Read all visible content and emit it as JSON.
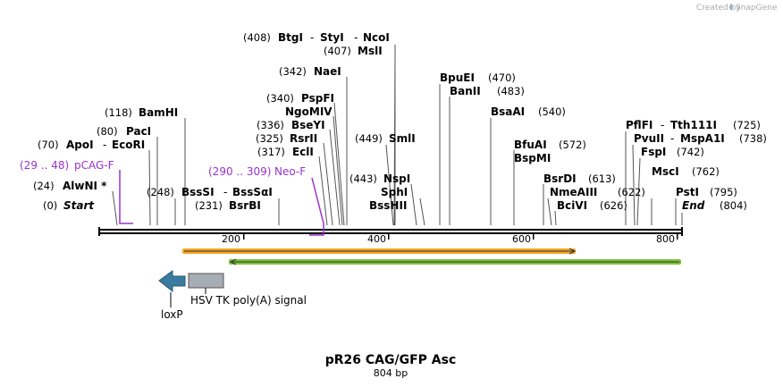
{
  "header": {
    "created_by": "Created by",
    "brand": "SnapGene"
  },
  "map": {
    "name": "pR26 CAG/GFP Asc",
    "length_label": "804 bp",
    "ticks": [
      "200",
      "400",
      "600",
      "800"
    ],
    "site_labels": [
      {
        "pos": "(408)",
        "enz": "BtgI",
        "dash1": "-",
        "enz2": "StyI",
        "dash2": "-",
        "enz3": "NcoI"
      },
      {
        "pos": "(407)",
        "enz": "MslI"
      },
      {
        "pos": "(342)",
        "enz": "NaeI"
      },
      {
        "pos": "(340)",
        "enz": "PspFI"
      },
      {
        "enz": "NgoMIV"
      },
      {
        "pos": "(336)",
        "enz": "BseYI"
      },
      {
        "pos": "(325)",
        "enz": "RsrII"
      },
      {
        "pos": "(317)",
        "enz": "EclI"
      },
      {
        "pos": "(118)",
        "enz": "BamHI"
      },
      {
        "pos": "(80)",
        "enz": "PacI"
      },
      {
        "pos": "(70)",
        "enz": "ApoI",
        "dash": "-",
        "enz2": "EcoRI"
      },
      {
        "pos": "(24)",
        "enz": "AlwNI *"
      },
      {
        "pos": "(0)",
        "enz": "Start"
      },
      {
        "pos": "(248)",
        "enz": "BssSI",
        "dash": "-",
        "enz2": "BssSαI"
      },
      {
        "pos": "(231)",
        "enz": "BsrBI"
      },
      {
        "pos": "(449)",
        "enz": "SmlI"
      },
      {
        "pos": "(443)",
        "enz": "NspI"
      },
      {
        "enz": "SphI"
      },
      {
        "enz": "BssHII"
      },
      {
        "enz": "BpuEI",
        "pos": "(470)"
      },
      {
        "enz": "BanII",
        "pos": "(483)"
      },
      {
        "enz": "BsaAI",
        "pos": "(540)"
      },
      {
        "enz": "BfuAI",
        "pos": "(572)"
      },
      {
        "enz": "BspMI"
      },
      {
        "enz": "BsrDI",
        "pos": "(613)"
      },
      {
        "enz": "NmeAIII",
        "pos": "(622)"
      },
      {
        "enz": "BciVI",
        "pos": "(626)"
      },
      {
        "enz": "PflFI",
        "dash": "-",
        "enz2": "Tth111I",
        "pos": "(725)"
      },
      {
        "enz": "PvuII",
        "dash": "-",
        "enz2": "MspA1I",
        "pos": "(738)"
      },
      {
        "enz": "FspI",
        "pos": "(742)"
      },
      {
        "enz": "MscI",
        "pos": "(762)"
      },
      {
        "enz": "PstI",
        "pos": "(795)"
      },
      {
        "enz": "End",
        "pos": "(804)"
      }
    ],
    "primers": [
      {
        "range": "(29 .. 48)",
        "name": "pCAG-F"
      },
      {
        "range": "(290 .. 309)",
        "name": "Neo-F"
      }
    ],
    "features": {
      "polyA_label": "HSV TK poly(A) signal",
      "loxP_label": "loxP"
    },
    "colors": {
      "orange_feature": "#f5a623",
      "green_feature": "#7cc23a",
      "loxP": "#3a7ca0",
      "polyA": "#a8adb5",
      "primer": "#9933cc"
    }
  }
}
